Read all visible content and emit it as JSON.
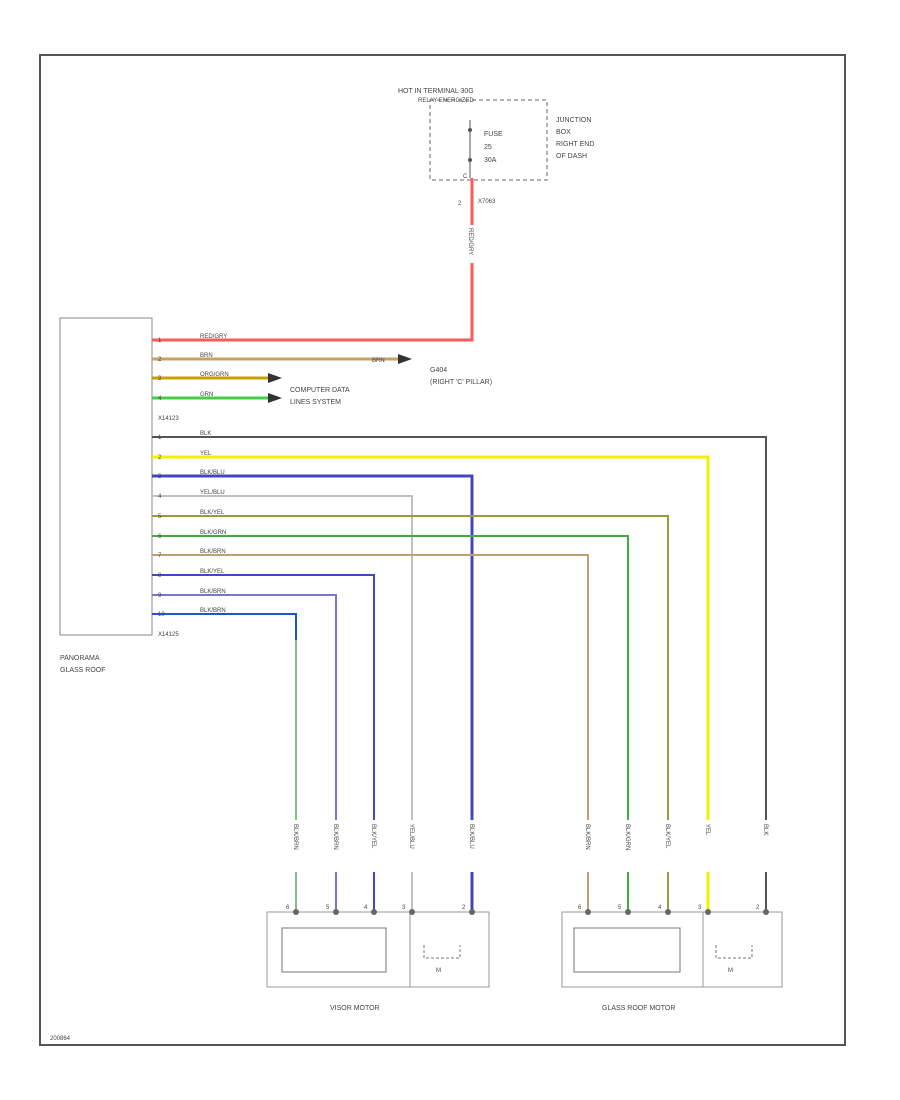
{
  "hot_label": {
    "line1": "HOT IN TERMINAL 30G",
    "line2": "RELAY ENERGIZED"
  },
  "fuse": {
    "line1": "FUSE",
    "line2": "25",
    "line3": "30A"
  },
  "junction_box": {
    "line1": "JUNCTION",
    "line2": "BOX",
    "line3": "RIGHT END",
    "line4": "OF DASH"
  },
  "fuse_wire": {
    "connector_label": "X7063",
    "color": "RED/GRY",
    "end_pin": "2",
    "top_pin": "C"
  },
  "module": {
    "name_line1": "PANORAMA",
    "name_line2": "GLASS ROOF",
    "connector_top": "X14123",
    "connector_bottom": "X14125"
  },
  "left_wires": [
    {
      "pin": "1",
      "label": "RED/GRY",
      "color": "#ff5a5a"
    },
    {
      "pin": "2",
      "label": "BRN",
      "color": "#c8a060"
    },
    {
      "pin": "3",
      "label": "ORG/GRN",
      "color": "#c8a000"
    },
    {
      "pin": "4",
      "label": "GRN",
      "color": "#44cc44"
    }
  ],
  "ground": {
    "wire_label": "BRN",
    "name": "G404",
    "location": "(RIGHT 'C' PILLAR)"
  },
  "can_bus": {
    "line1": "COMPUTER DATA",
    "line2": "LINES SYSTEM"
  },
  "motor_wires": [
    {
      "pin": "1",
      "label": "BLK",
      "color": "#555555"
    },
    {
      "pin": "2",
      "label": "YEL",
      "color": "#f2f200"
    },
    {
      "pin": "3",
      "label": "BLK/BLU",
      "color": "#4444bb"
    },
    {
      "pin": "4",
      "label": "YEL/BLU",
      "color": "#c0c0c0"
    },
    {
      "pin": "5",
      "label": "BLK/YEL",
      "color": "#9a9a40"
    },
    {
      "pin": "6",
      "label": "BLK/GRN",
      "color": "#44aa44"
    },
    {
      "pin": "7",
      "label": "BLK/BRN",
      "color": "#c0a070"
    },
    {
      "pin": "8",
      "label": "BLK/YEL",
      "color": "#4444cc"
    },
    {
      "pin": "9",
      "label": "BLK/BRN",
      "color": "#7777cc"
    },
    {
      "pin": "10",
      "label": "BLK/BRN",
      "color": "#2255cc"
    }
  ],
  "visor_motor": {
    "name": "VISOR MOTOR",
    "m": "M",
    "pins": [
      "6",
      "5",
      "4",
      "3",
      "2"
    ],
    "wire_labels": [
      "BLK/BRN",
      "BLK/BRN",
      "BLK/YEL",
      "YEL/BLU",
      "BLK/BLU"
    ]
  },
  "glass_motor": {
    "name": "GLASS ROOF MOTOR",
    "m": "M",
    "pins": [
      "6",
      "5",
      "4",
      "3",
      "2"
    ],
    "wire_labels": [
      "BLK/BRN",
      "BLK/GRN",
      "BLK/YEL",
      "YEL",
      "BLK"
    ]
  },
  "diagram_id": "200864"
}
